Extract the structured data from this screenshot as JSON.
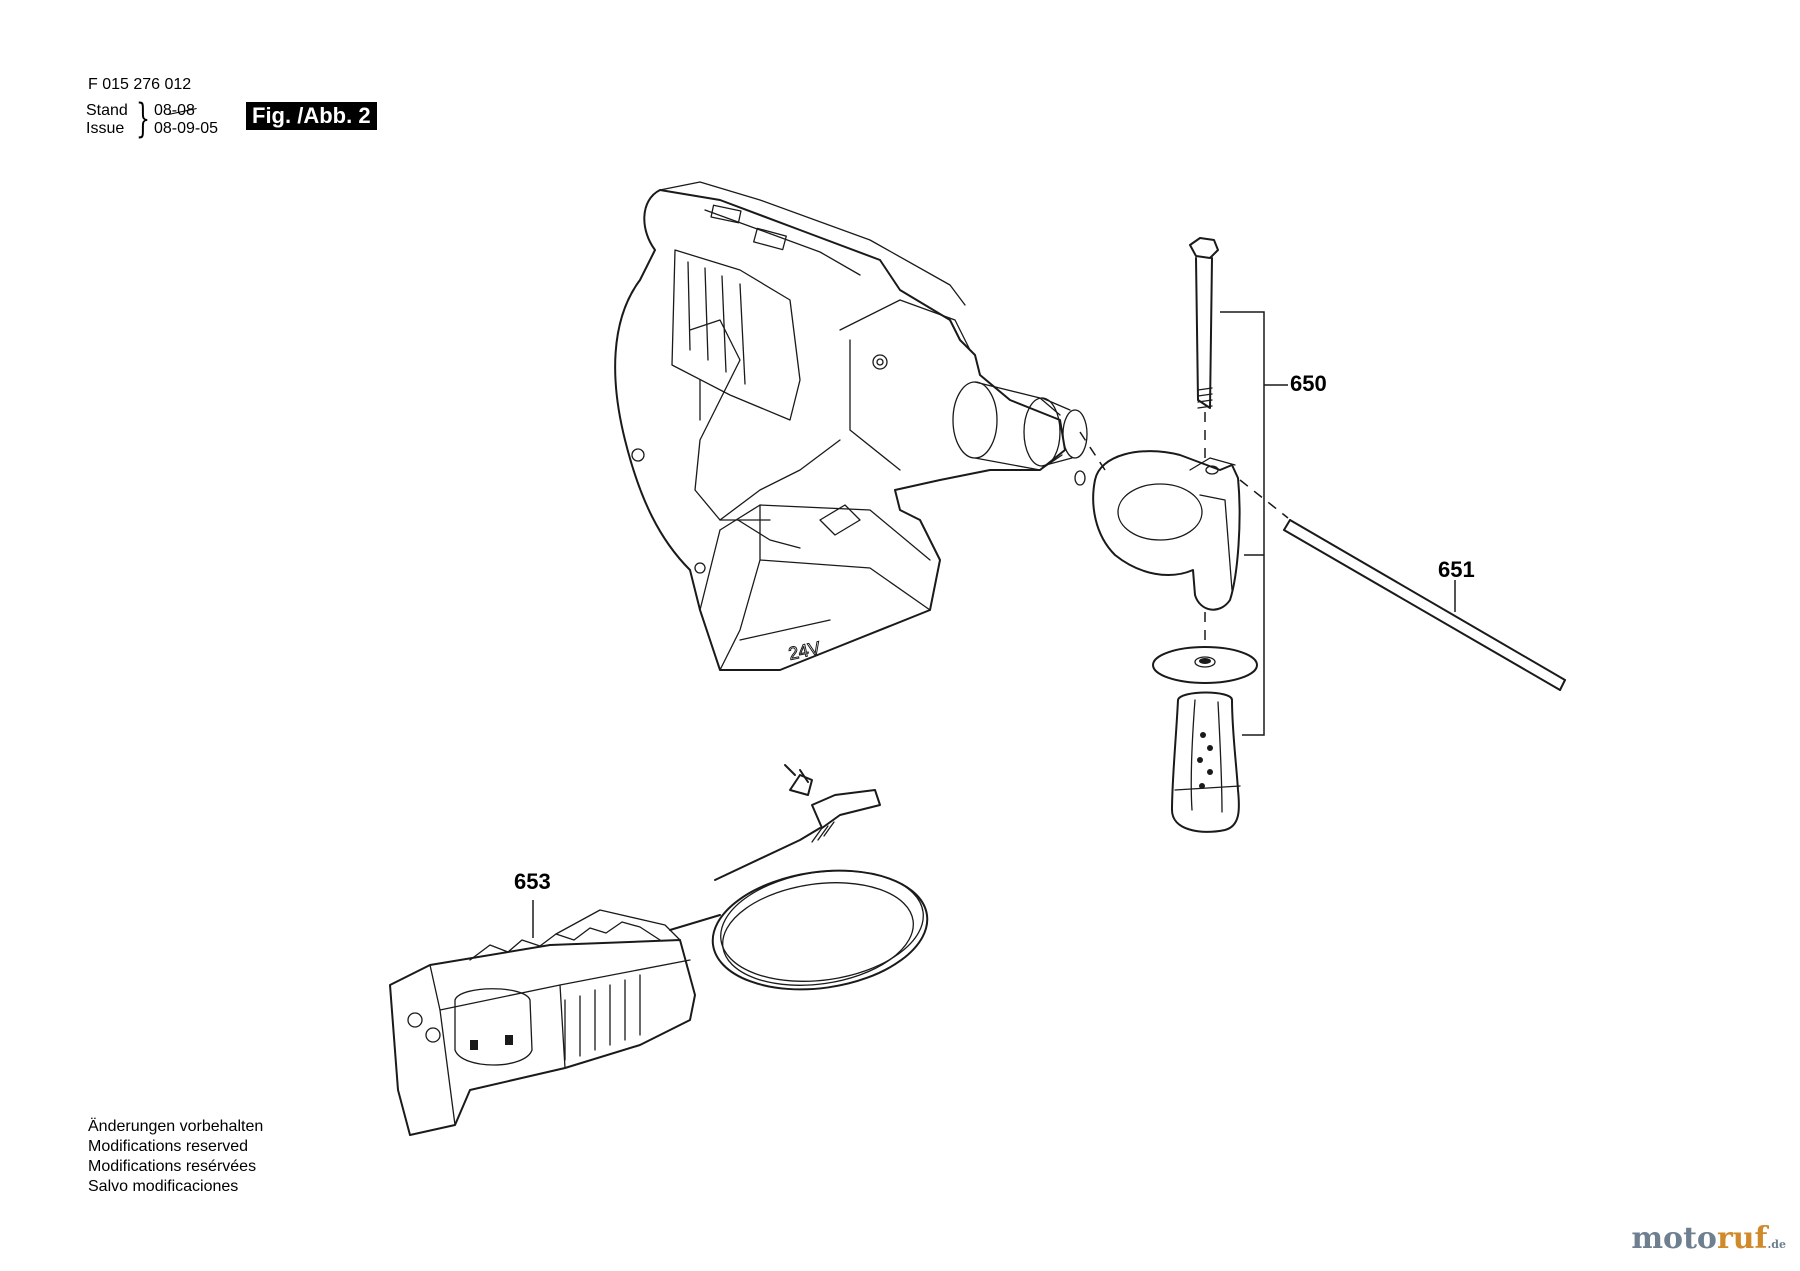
{
  "header": {
    "document_number": "F 015 276 012",
    "stand_label": "Stand",
    "issue_label": "Issue",
    "stand_date": "08-08",
    "issue_date": "08-09-05",
    "figure_label": "Fig. /Abb. 2"
  },
  "callouts": {
    "side_handle_assembly": "650",
    "depth_stop_rod": "651",
    "charger": "653"
  },
  "product": {
    "battery_marking": "24V"
  },
  "notes": [
    "Änderungen vorbehalten",
    "Modifications reserved",
    "Modifications resérvées",
    "Salvo modificaciones"
  ],
  "watermark": {
    "part1": "moto",
    "part2": "ruf",
    "part3": ".de"
  }
}
